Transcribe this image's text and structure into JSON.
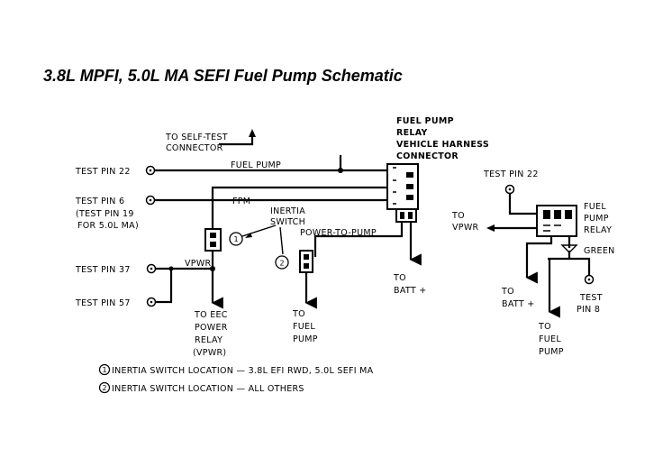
{
  "title": "3.8L MPFI, 5.0L MA SEFI Fuel Pump Schematic",
  "labels": {
    "to_self_test_1": "TO SELF-TEST",
    "to_self_test_2": "CONNECTOR",
    "relay_conn_1": "FUEL PUMP",
    "relay_conn_2": "RELAY",
    "relay_conn_3": "VEHICLE HARNESS",
    "relay_conn_4": "CONNECTOR",
    "test_pin_22": "TEST PIN 22",
    "fuel_pump_wire": "FUEL PUMP",
    "test_pin_6": "TEST PIN 6",
    "test_pin_6_note_1": "(TEST PIN 19",
    "test_pin_6_note_2": "FOR 5.0L MA)",
    "fpm": "FPM",
    "inertia_1": "INERTIA",
    "inertia_2": "SWITCH",
    "power_to_pump": "POWER-TO-PUMP",
    "vpwr": "VPWR",
    "test_pin_37": "TEST PIN 37",
    "test_pin_57": "TEST PIN 57",
    "to_eec_1": "TO EEC",
    "to_eec_2": "POWER",
    "to_eec_3": "RELAY",
    "to_eec_4": "(VPWR)",
    "to_fuel_pump_1": "TO",
    "to_fuel_pump_2": "FUEL",
    "to_fuel_pump_3": "PUMP",
    "to_batt_1": "TO",
    "to_batt_2": "BATT +",
    "right_test_pin_22": "TEST PIN 22",
    "right_to_vpwr_1": "TO",
    "right_to_vpwr_2": "VPWR",
    "right_relay_1": "FUEL",
    "right_relay_2": "PUMP",
    "right_relay_3": "RELAY",
    "right_green": "GREEN",
    "right_to_batt_1": "TO",
    "right_to_batt_2": "BATT +",
    "right_test_pin_8_1": "TEST",
    "right_test_pin_8_2": "PIN 8",
    "right_to_fuel_1": "TO",
    "right_to_fuel_2": "FUEL",
    "right_to_fuel_3": "PUMP",
    "callout_1": "1",
    "callout_2": "2"
  },
  "legend": [
    {
      "num": "1",
      "text": "INERTIA SWITCH LOCATION — 3.8L EFI RWD, 5.0L SEFI MA"
    },
    {
      "num": "2",
      "text": "INERTIA SWITCH LOCATION — ALL OTHERS"
    }
  ]
}
